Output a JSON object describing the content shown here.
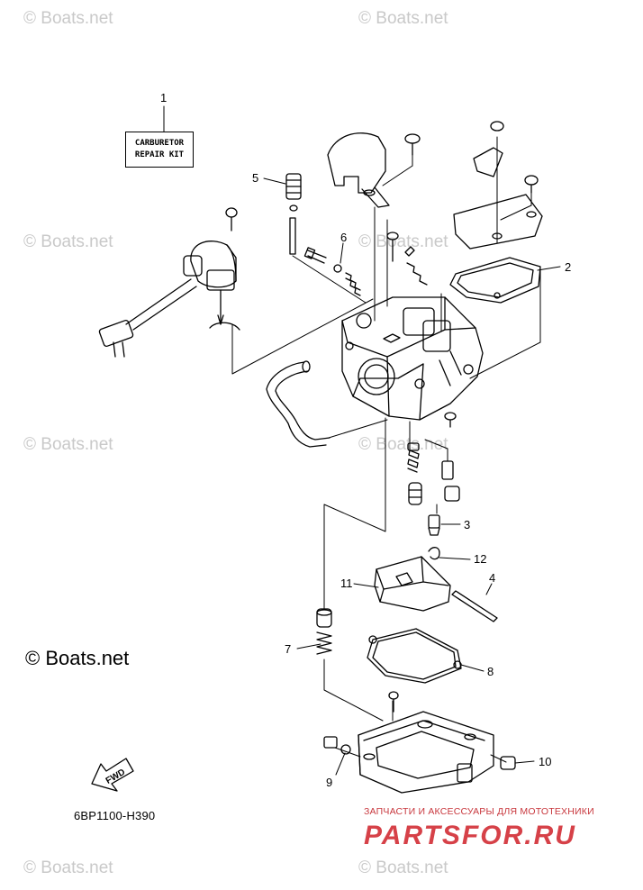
{
  "watermarks": [
    "© Boats.net",
    "© Boats.net",
    "© Boats.net",
    "© Boats.net",
    "© Boats.net",
    "© Boats.net",
    "© Boats.net",
    "© Boats.net"
  ],
  "boats_mark": "© Boats.net",
  "repair_kit": {
    "line1": "CARBURETOR",
    "line2": "REPAIR KIT"
  },
  "callouts": [
    "1",
    "2",
    "3",
    "4",
    "5",
    "6",
    "7",
    "8",
    "9",
    "10",
    "11",
    "12"
  ],
  "fwd_label": "FWD",
  "ref_code": "6BP1100-H390",
  "shop": {
    "tagline": "ЗАПЧАСТИ И АКСЕССУАРЫ ДЛЯ МОТОТЕХНИКИ",
    "logo": "PARTSFOR.RU"
  },
  "colors": {
    "line": "#000000",
    "watermark": "#c9c9c9",
    "shop_red": "#d64148"
  }
}
